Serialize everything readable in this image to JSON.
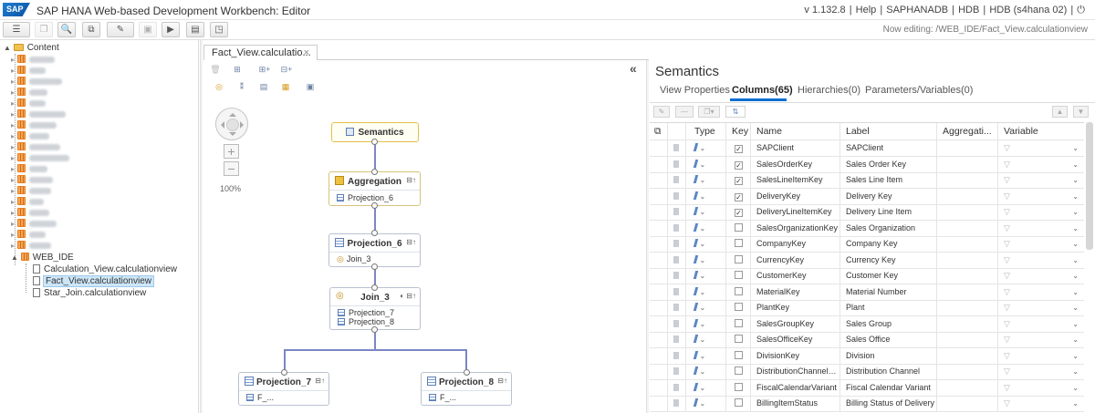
{
  "app": {
    "logo_text": "SAP",
    "title": "SAP HANA Web-based Development Workbench: Editor",
    "version": "v 1.132.8",
    "help": "Help",
    "system": "SAPHANADB",
    "db": "HDB",
    "user": "HDB (s4hana 02)",
    "now_editing": "Now editing: /WEB_IDE/Fact_View.calculationview"
  },
  "tree": {
    "root": "Content",
    "web_ide_label": "WEB_IDE",
    "files": [
      "Calculation_View.calculationview",
      "Fact_View.calculationview",
      "Star_Join.calculationview"
    ],
    "selected_file": "Fact_View.calculationview",
    "blurred_count": 18
  },
  "editor": {
    "tab_label": "Fact_View.calculatio...",
    "zoom": "100%"
  },
  "diagram": {
    "semantics": "Semantics",
    "aggregation": {
      "title": "Aggregation",
      "input": "Projection_6"
    },
    "projection6": {
      "title": "Projection_6",
      "input": "Join_3"
    },
    "join3": {
      "title": "Join_3",
      "inputs": [
        "Projection_7",
        "Projection_8"
      ]
    },
    "projection7": {
      "title": "Projection_7",
      "input": "F_..."
    },
    "projection8": {
      "title": "Projection_8",
      "input": "F_..."
    }
  },
  "semantics_panel": {
    "title": "Semantics",
    "tabs": [
      "View Properties",
      "Columns(65)",
      "Hierarchies(0)",
      "Parameters/Variables(0)"
    ],
    "active_tab": "Columns(65)",
    "columns": [
      "Type",
      "Key",
      "Name",
      "Label",
      "Aggregati...",
      "Variable"
    ],
    "rows": [
      {
        "name": "SAPClient",
        "label": "SAPClient",
        "key": true
      },
      {
        "name": "SalesOrderKey",
        "label": "Sales Order Key",
        "key": true
      },
      {
        "name": "SalesLineItemKey",
        "label": "Sales Line Item",
        "key": true
      },
      {
        "name": "DeliveryKey",
        "label": "Delivery Key",
        "key": true
      },
      {
        "name": "DeliveryLineItemKey",
        "label": "Delivery Line Item",
        "key": true
      },
      {
        "name": "SalesOrganizationKey",
        "label": "Sales Organization",
        "key": false
      },
      {
        "name": "CompanyKey",
        "label": "Company Key",
        "key": false
      },
      {
        "name": "CurrencyKey",
        "label": "Currency Key",
        "key": false
      },
      {
        "name": "CustomerKey",
        "label": "Customer Key",
        "key": false
      },
      {
        "name": "MaterialKey",
        "label": "Material Number",
        "key": false
      },
      {
        "name": "PlantKey",
        "label": "Plant",
        "key": false
      },
      {
        "name": "SalesGroupKey",
        "label": "Sales Group",
        "key": false
      },
      {
        "name": "SalesOfficeKey",
        "label": "Sales Office",
        "key": false
      },
      {
        "name": "DivisionKey",
        "label": "Division",
        "key": false
      },
      {
        "name": "DistributionChannelKey",
        "label": "Distribution Channel",
        "key": false
      },
      {
        "name": "FiscalCalendarVariant",
        "label": "Fiscal Calendar Variant",
        "key": false
      },
      {
        "name": "BillingItemStatus",
        "label": "Billing Status of Delivery",
        "key": false
      }
    ]
  },
  "colors": {
    "accent": "#0a6ed1",
    "edge": "#7c86c4",
    "package": "#e97c1f"
  }
}
